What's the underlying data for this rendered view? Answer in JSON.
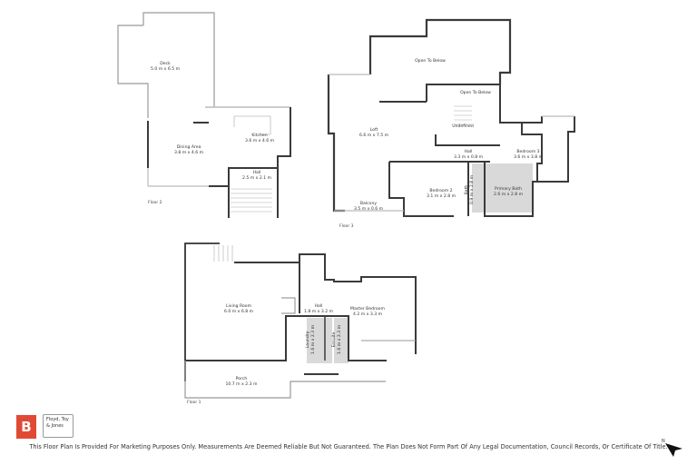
{
  "colors": {
    "wall": "#3a3a3a",
    "window": "#bbbbbb",
    "wet_area": "#d9d9d9",
    "brand": "#e04a35"
  },
  "floor2": {
    "label": "Floor 2",
    "rooms": [
      {
        "name": "Deck",
        "size": "5.0 m x 6.5 m"
      },
      {
        "name": "Dining Area",
        "size": "3.8 m x 4.6 m"
      },
      {
        "name": "Kitchen",
        "size": "3.6 m x 4.6 m"
      },
      {
        "name": "Hall",
        "size": "2.5 m x 2.1 m"
      }
    ]
  },
  "floor3": {
    "label": "Floor 3",
    "rooms": [
      {
        "name": "Open To Below",
        "size": ""
      },
      {
        "name": "Open To Below",
        "size": ""
      },
      {
        "name": "Loft",
        "size": "6.6 m x 7.5 m"
      },
      {
        "name": "Undefined",
        "size": ""
      },
      {
        "name": "Hall",
        "size": "3.3 m x 0.8 m"
      },
      {
        "name": "Bedroom 3",
        "size": "3.6 m x 3.8 m"
      },
      {
        "name": "Bedroom 2",
        "size": "3.1 m x 2.8 m"
      },
      {
        "name": "Bath",
        "size": "0.9 m x 2.8 m"
      },
      {
        "name": "Primary Bath",
        "size": "2.6 m x 2.8 m"
      },
      {
        "name": "Balcony",
        "size": "3.5 m x 0.6 m"
      }
    ]
  },
  "floor1": {
    "label": "Floor 1",
    "rooms": [
      {
        "name": "Living Room",
        "size": "6.0 m x 6.8 m"
      },
      {
        "name": "Hall",
        "size": "1.8 m x 3.2 m"
      },
      {
        "name": "Master Bedroom",
        "size": "4.2 m x 3.3 m"
      },
      {
        "name": "Laundry",
        "size": "1.6 m x 2.3 m"
      },
      {
        "name": "Ensuite",
        "size": "1.6 m x 2.3 m"
      },
      {
        "name": "Porch",
        "size": "10.7 m x 2.3 m"
      }
    ]
  },
  "branding": {
    "logo_letter": "B",
    "company": "Floyd, Toy & Jones"
  },
  "compass": {
    "label": "N",
    "icon": "north-arrow-icon"
  },
  "disclaimer": "This Floor Plan Is Provided For Marketing Purposes Only. Measurements Are Deemed Reliable But Not Guaranteed. The Plan Does Not Form Part Of Any Legal Documentation, Council Records, Or Certificate Of Title."
}
